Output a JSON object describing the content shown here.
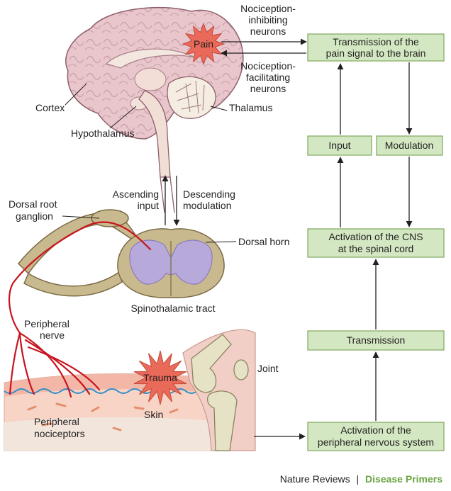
{
  "colors": {
    "box_fill": "#d3e8c2",
    "box_stroke": "#7ea95d",
    "arrow": "#231f20",
    "nerve": "#c8141e",
    "brain": "#e9c6cc",
    "grey_matter": "#b7a9d9",
    "spinal_cord": "#c9b98f",
    "starburst": "#ea6a5a",
    "credit_green": "#6aa340"
  },
  "flow_boxes": {
    "transmission_brain": [
      "Transmission of the",
      "pain signal to the brain"
    ],
    "input": "Input",
    "modulation": "Modulation",
    "activation_cns": [
      "Activation of the CNS",
      "at the spinal cord"
    ],
    "transmission": "Transmission",
    "activation_pns": [
      "Activation of the",
      "peripheral nervous system"
    ]
  },
  "labels": {
    "nociception_inhibiting": [
      "Nociception-",
      "inhibiting",
      "neurons"
    ],
    "nociception_facilitating": [
      "Nociception-",
      "facilitating",
      "neurons"
    ],
    "pain": "Pain",
    "cortex": "Cortex",
    "thalamus": "Thalamus",
    "hypothalamus": "Hypothalamus",
    "ascending_input": [
      "Ascending",
      "input"
    ],
    "descending_modulation": [
      "Descending",
      "modulation"
    ],
    "dorsal_root_ganglion": [
      "Dorsal root",
      "ganglion"
    ],
    "dorsal_horn": "Dorsal horn",
    "spinothalamic_tract": "Spinothalamic tract",
    "peripheral_nerve": [
      "Peripheral",
      "nerve"
    ],
    "joint": "Joint",
    "trauma": "Trauma",
    "skin": "Skin",
    "peripheral_nociceptors": [
      "Peripheral",
      "nociceptors"
    ]
  },
  "credit": {
    "journal": "Nature Reviews",
    "separator": "|",
    "section": "Disease Primers"
  }
}
